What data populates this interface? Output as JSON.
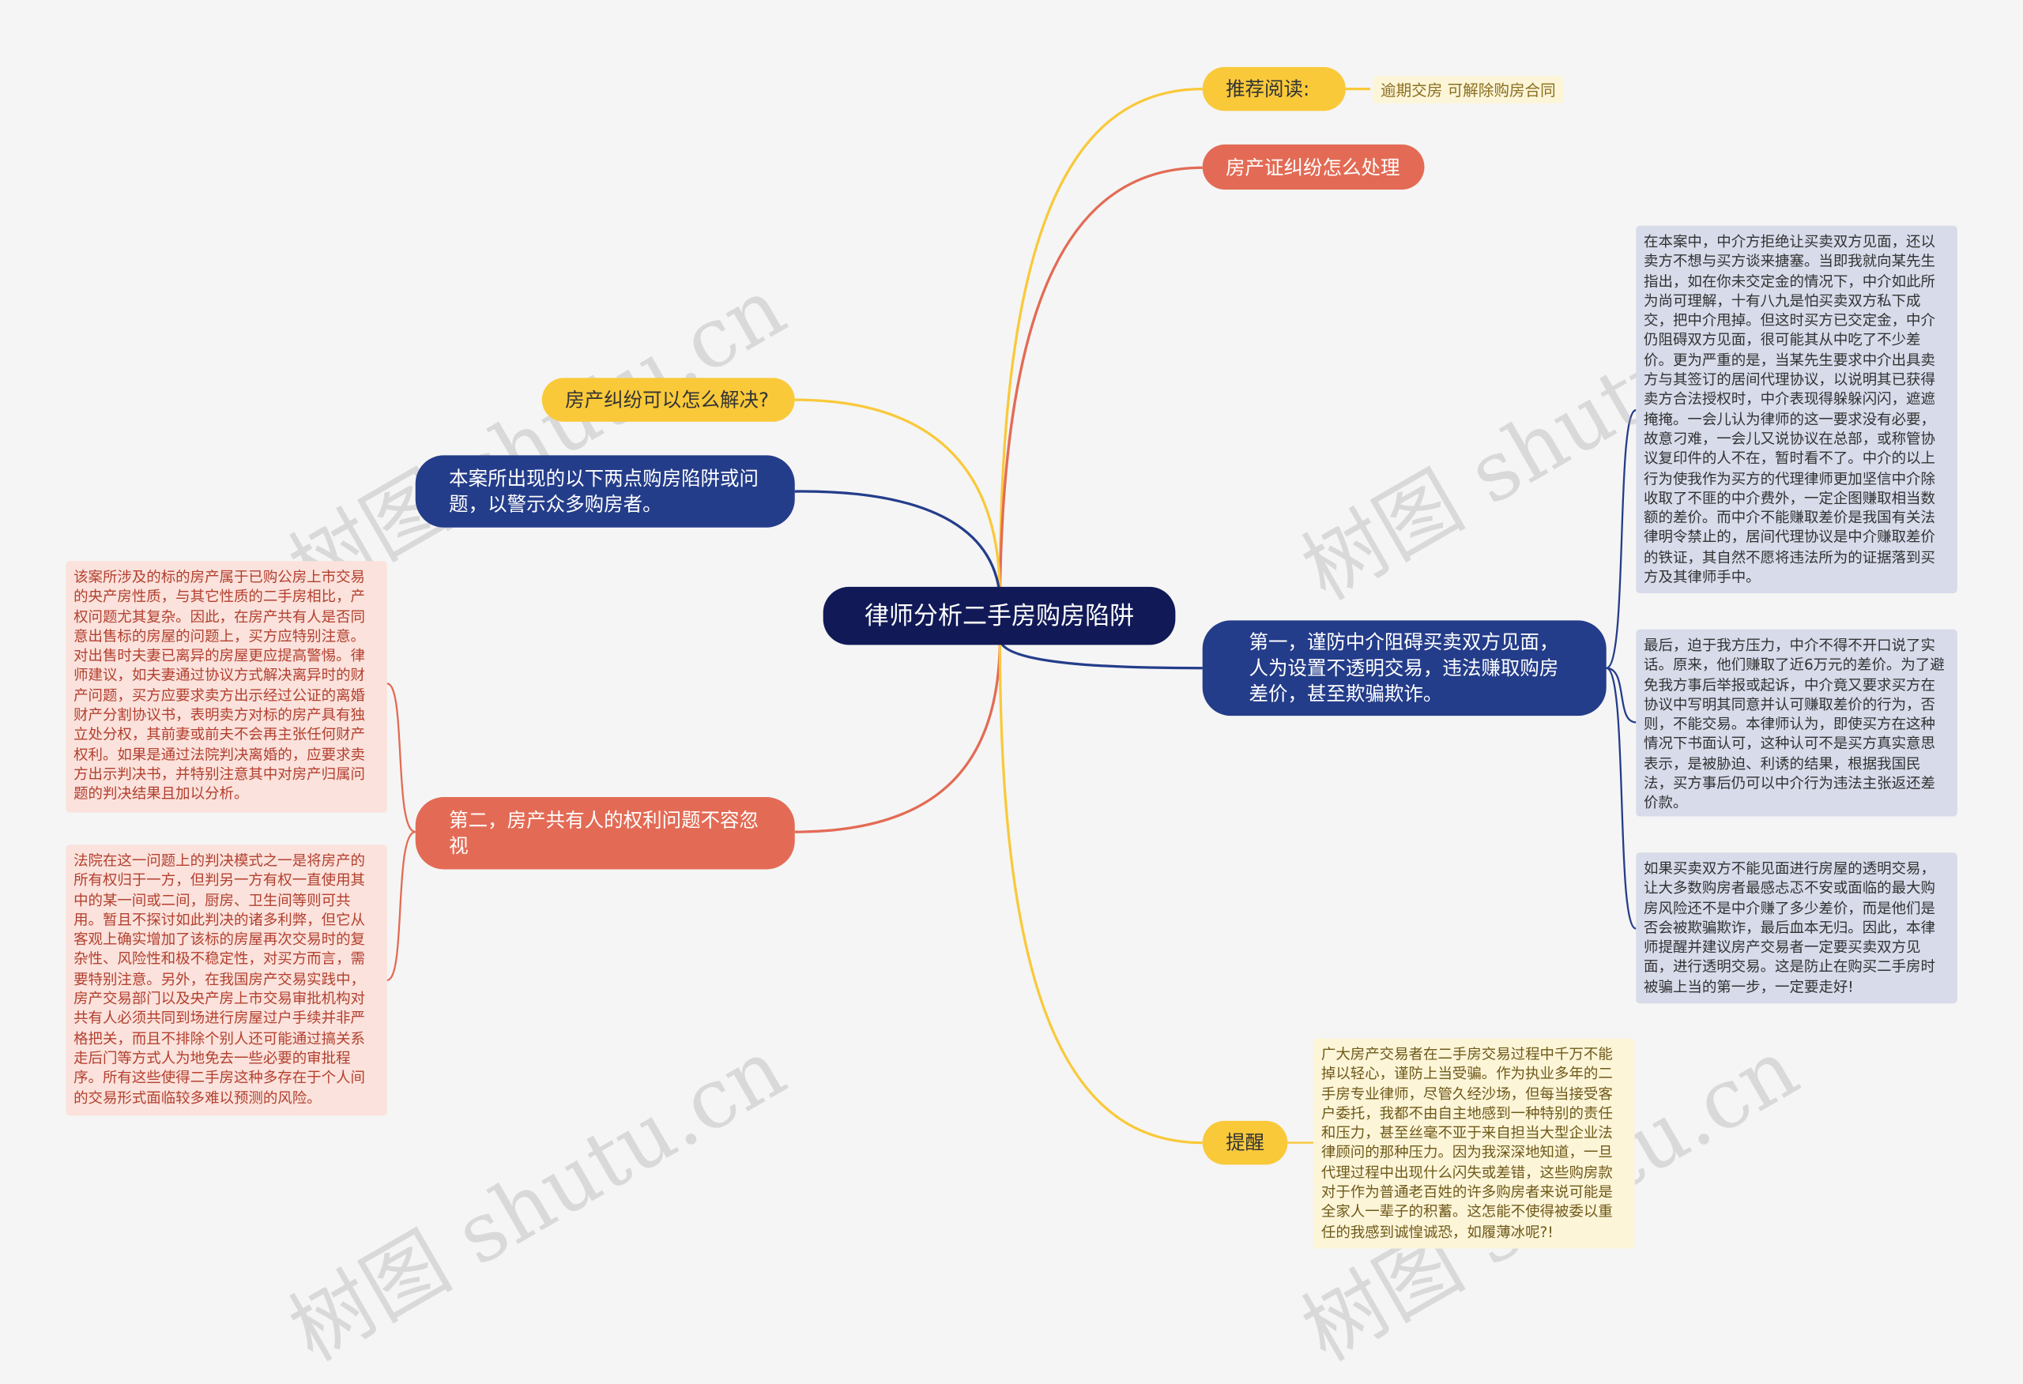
{
  "root": {
    "label": "律师分析二手房购房陷阱"
  },
  "branches": {
    "recommend": {
      "label": "推荐阅读:",
      "link": "逾期交房 可解除购房合同"
    },
    "property_cert": {
      "label": "房产证纠纷怎么处理"
    },
    "dispute_resolve": {
      "label": "房产纠纷可以怎么解决?"
    },
    "case_intro": {
      "label": "本案所出现的以下两点购房陷阱或问题，以警示众多购房者。"
    },
    "first": {
      "label": "第一，谨防中介阻碍买卖双方见面，人为设置不透明交易，违法赚取购房差价，甚至欺骗欺诈。",
      "notes": [
        "在本案中，中介方拒绝让买卖双方见面，还以卖方不想与买方谈来搪塞。当即我就向某先生指出，如在你未交定金的情况下，中介如此所为尚可理解，十有八九是怕买卖双方私下成交，把中介甩掉。但这时买方已交定金，中介仍阻碍双方见面，很可能其从中吃了不少差价。更为严重的是，当某先生要求中介出具卖方与其签订的居间代理协议，以说明其已获得卖方合法授权时，中介表现得躲躲闪闪，遮遮掩掩。一会儿认为律师的这一要求没有必要，故意刁难，一会儿又说协议在总部，或称管协议复印件的人不在，暂时看不了。中介的以上行为使我作为买方的代理律师更加坚信中介除收取了不匪的中介费外，一定企图赚取相当数额的差价。而中介不能赚取差价是我国有关法律明令禁止的，居间代理协议是中介赚取差价的铁证，其自然不愿将违法所为的证据落到买方及其律师手中。",
        "最后，迫于我方压力，中介不得不开口说了实话。原来，他们赚取了近6万元的差价。为了避免我方事后举报或起诉，中介竟又要求买方在协议中写明其同意并认可赚取差价的行为，否则，不能交易。本律师认为，即使买方在这种情况下书面认可，这种认可不是买方真实意思表示，是被胁迫、利诱的结果，根据我国民法，买方事后仍可以中介行为违法主张返还差价款。",
        "如果买卖双方不能见面进行房屋的透明交易，让大多数购房者最感忐忑不安或面临的最大购房风险还不是中介赚了多少差价，而是他们是否会被欺骗欺诈，最后血本无归。因此，本律师提醒并建议房产交易者一定要买卖双方见面，进行透明交易。这是防止在购买二手房时被骗上当的第一步，一定要走好!"
      ]
    },
    "second": {
      "label": "第二，房产共有人的权利问题不容忽视",
      "notes": [
        "该案所涉及的标的房产属于已购公房上市交易的央产房性质，与其它性质的二手房相比，产权问题尤其复杂。因此，在房产共有人是否同意出售标的房屋的问题上，买方应特别注意。对出售时夫妻已离异的房屋更应提高警惕。律师建议，如夫妻通过协议方式解决离异时的财产问题，买方应要求卖方出示经过公证的离婚财产分割协议书，表明卖方对标的房产具有独立处分权，其前妻或前夫不会再主张任何财产权利。如果是通过法院判决离婚的，应要求卖方出示判决书，并特别注意其中对房产归属问题的判决结果且加以分析。",
        "法院在这一问题上的判决模式之一是将房产的所有权归于一方，但判另一方有权一直使用其中的某一间或二间，厨房、卫生间等则可共用。暂且不探讨如此判决的诸多利弊，但它从客观上确实增加了该标的房屋再次交易时的复杂性、风险性和极不稳定性，对买方而言，需要特别注意。另外，在我国房产交易实践中，房产交易部门以及央产房上市交易审批机构对共有人必须共同到场进行房屋过户手续并非严格把关，而且不排除个别人还可能通过搞关系走后门等方式人为地免去一些必要的审批程序。所有这些使得二手房这种多存在于个人间的交易形式面临较多难以预测的风险。"
      ]
    },
    "reminder": {
      "label": "提醒",
      "note": "广大房产交易者在二手房交易过程中千万不能掉以轻心，谨防上当受骗。作为执业多年的二手房专业律师，尽管久经沙场，但每当接受客户委托，我都不由自主地感到一种特别的责任和压力，甚至丝毫不亚于来自担当大型企业法律顾问的那种压力。因为我深深地知道，一旦代理过程中出现什么闪失或差错，这些购房款对于作为普通老百姓的许多购房者来说可能是全家人一辈子的积蓄。这怎能不使得被委以重任的我感到诚惶诚恐，如履薄冰呢?!"
    }
  },
  "watermark": "树图 shutu.cn",
  "colors": {
    "root": "#111a57",
    "yellow": "#f9c93a",
    "orange": "#e36b55",
    "navy": "#243d8a"
  }
}
